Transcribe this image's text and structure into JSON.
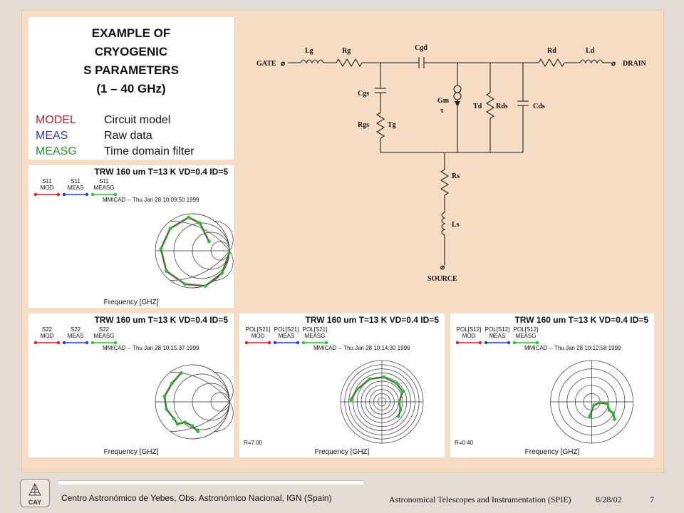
{
  "slide": {
    "title_lines": [
      "EXAMPLE OF",
      "CRYOGENIC",
      "S PARAMETERS",
      "(1 – 40 GHz)"
    ],
    "legend": [
      {
        "key": "MODEL",
        "desc": "Circuit model",
        "color": "#c0202a"
      },
      {
        "key": "MEAS",
        "desc": "Raw data",
        "color": "#3a3ab4"
      },
      {
        "key": "MEASG",
        "desc": "Time domain filter",
        "color": "#1f9a2c"
      }
    ]
  },
  "plots": [
    {
      "title": "TRW 160 um T=13 K VD=0.4 ID=5",
      "tags": [
        "S11",
        "S11",
        "S11"
      ],
      "subs": [
        "MOD",
        "MEAS",
        "MEASG"
      ],
      "stamp": "MMICAD -- Thu Jan 28 10:09:50 1999",
      "xlabel": "Frequency [GHZ]",
      "rlabel": ""
    },
    {
      "title": "TRW 160 um T=13 K VD=0.4 ID=5",
      "tags": [
        "S22",
        "S22",
        "S22"
      ],
      "subs": [
        "MOD",
        "MEAS",
        "MEASG"
      ],
      "stamp": "MMICAD -- Thu Jan 28 10:15:37 1999",
      "xlabel": "Frequency [GHZ]",
      "rlabel": ""
    },
    {
      "title": "TRW 160 um T=13 K VD=0.4 ID=5",
      "tags": [
        "POL[S21]",
        "POL[S21]",
        "POL[S21]"
      ],
      "subs": [
        "MOD",
        "MEAS",
        "MEASG"
      ],
      "stamp": "MMICAD -- Thu Jan 28 10:14:30 1999",
      "xlabel": "Frequency [GHZ]",
      "rlabel": "R=7.00"
    },
    {
      "title": "TRW 160 um T=13 K VD=0.4 ID=5",
      "tags": [
        "POL[S12]",
        "POL[S12]",
        "POL[S12]"
      ],
      "subs": [
        "MOD",
        "MEAS",
        "MEASG"
      ],
      "stamp": "MMICAD -- Thu Jan 28 10:12:58 1999",
      "xlabel": "Frequency [GHZ]",
      "rlabel": "R=0.40"
    }
  ],
  "circuit": {
    "gate": "GATE",
    "drain": "DRAIN",
    "source": "SOURCE",
    "Lg": "Lg",
    "Rg": "Rg",
    "Cgd": "Cgd",
    "Rd": "Rd",
    "Ld": "Ld",
    "Cgs": "Cgs",
    "Rgs": "Rgs",
    "Tg": "Tg",
    "Gm": "Gm",
    "tau": "τ",
    "Td": "Td",
    "Rds": "Rds",
    "Cds": "Cds",
    "Rs": "Rs",
    "Ls": "Ls"
  },
  "footer": {
    "org": "Centro Astronómico de Yebes, Obs. Astronómico Nacional, IGN (Spain)",
    "conf": "Astronomical Telescopes and Instrumentation (SPIE)",
    "date": "8/28/02",
    "page": "7",
    "logo": "CAY"
  },
  "colors": {
    "mod": "#d21e2a",
    "meas": "#2c3cc8",
    "measg": "#22c42c"
  }
}
